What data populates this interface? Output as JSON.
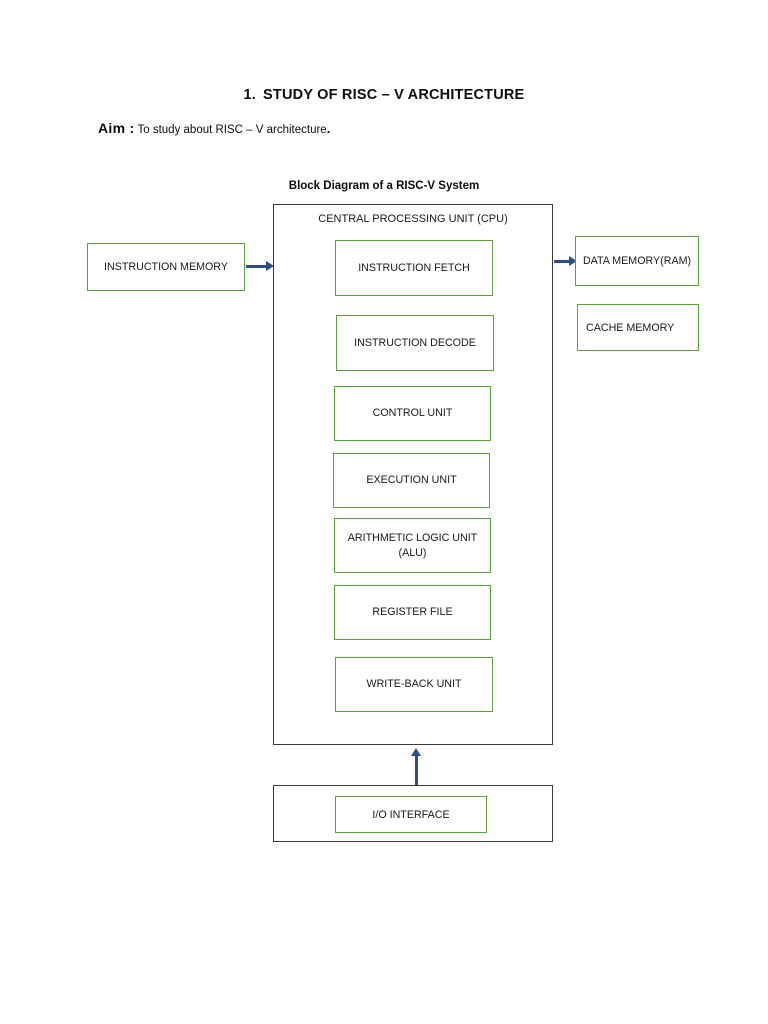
{
  "document": {
    "heading_number": "1.",
    "heading_text": "STUDY OF RISC – V ARCHITECTURE",
    "aim_label": "Aim :",
    "aim_text": "To study about RISC – V architecture",
    "aim_period": "."
  },
  "diagram": {
    "title": "Block Diagram of a RISC-V System",
    "cpu": {
      "label": "CENTRAL PROCESSING UNIT (CPU)",
      "units": [
        {
          "label": "INSTRUCTION FETCH"
        },
        {
          "label": "INSTRUCTION DECODE"
        },
        {
          "label": "CONTROL UNIT"
        },
        {
          "label": "EXECUTION UNIT"
        },
        {
          "label": "ARITHMETIC LOGIC UNIT (ALU)"
        },
        {
          "label": "REGISTER FILE"
        },
        {
          "label": "WRITE-BACK UNIT"
        }
      ]
    },
    "left_block": {
      "label": "INSTRUCTION MEMORY"
    },
    "right_blocks": [
      {
        "label": "DATA MEMORY(RAM)"
      },
      {
        "label": "CACHE MEMORY"
      }
    ],
    "bottom_block": {
      "label": "I/O INTERFACE"
    },
    "colors": {
      "unit_border": "#57a23a",
      "container_border": "#3b3b3b",
      "arrow": "#2c4f85",
      "background": "#ffffff",
      "text": "#1a1a1a"
    }
  }
}
